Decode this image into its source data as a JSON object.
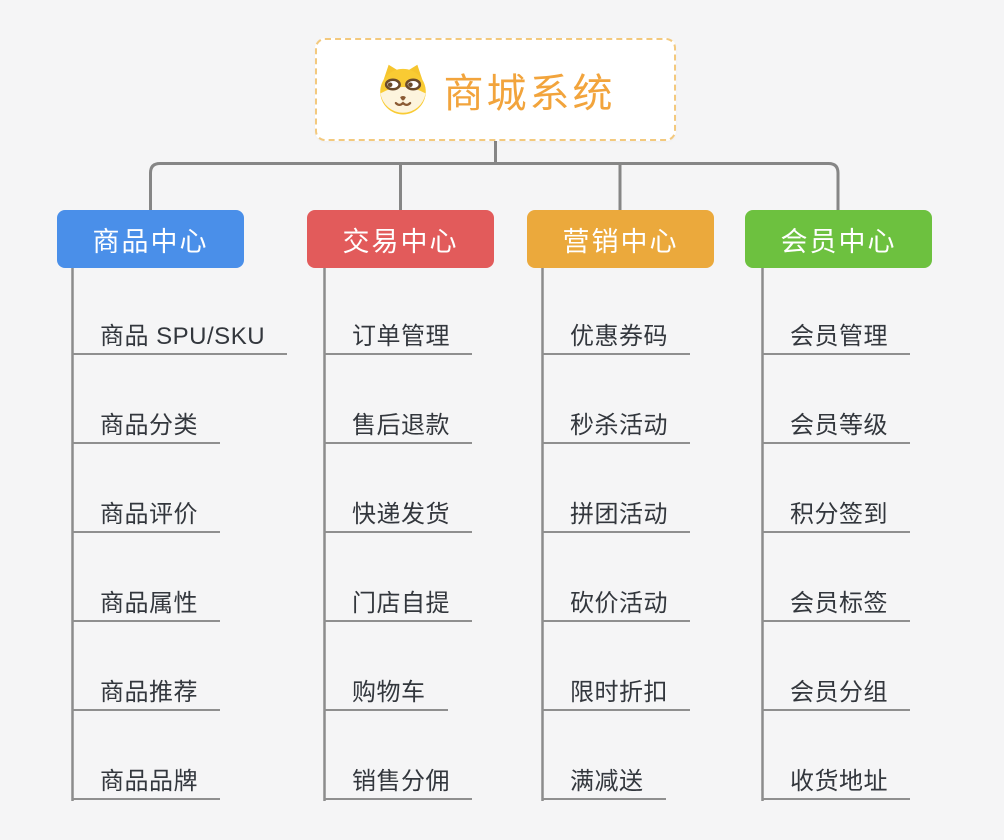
{
  "root": {
    "title": "商城系统",
    "icon": "doge-icon",
    "accent_color": "#f2a43c",
    "border_color": "#f3c97e"
  },
  "branches": [
    {
      "label": "商品中心",
      "color": "#4a8fe9",
      "items": [
        "商品 SPU/SKU",
        "商品分类",
        "商品评价",
        "商品属性",
        "商品推荐",
        "商品品牌"
      ]
    },
    {
      "label": "交易中心",
      "color": "#e25b5b",
      "items": [
        "订单管理",
        "售后退款",
        "快递发货",
        "门店自提",
        "购物车",
        "销售分佣"
      ]
    },
    {
      "label": "营销中心",
      "color": "#eba93c",
      "items": [
        "优惠券码",
        "秒杀活动",
        "拼团活动",
        "砍价活动",
        "限时折扣",
        "满减送"
      ]
    },
    {
      "label": "会员中心",
      "color": "#6dc13f",
      "items": [
        "会员管理",
        "会员等级",
        "积分签到",
        "会员标签",
        "会员分组",
        "收货地址"
      ]
    }
  ],
  "connector_color": "#868686",
  "background_color": "#f5f5f6"
}
